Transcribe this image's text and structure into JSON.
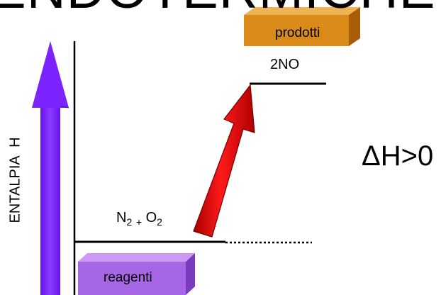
{
  "title": "ENDOTERMICHE",
  "y_axis_label": "ENTALPIA  H",
  "delta": "ΔH>0",
  "reactants": {
    "formula": {
      "n": "N",
      "n_sub": "2",
      "plus": "+",
      "o": "O",
      "o_sub": "2"
    },
    "box_label": "reagenti"
  },
  "products": {
    "formula": "2NO",
    "box_label": "prodotti"
  },
  "colors": {
    "axis_arrow": "#7a22ff",
    "reaction_arrow": "#dd0000",
    "products_box": "#d98a18",
    "reactants_box": "#a766e6"
  }
}
